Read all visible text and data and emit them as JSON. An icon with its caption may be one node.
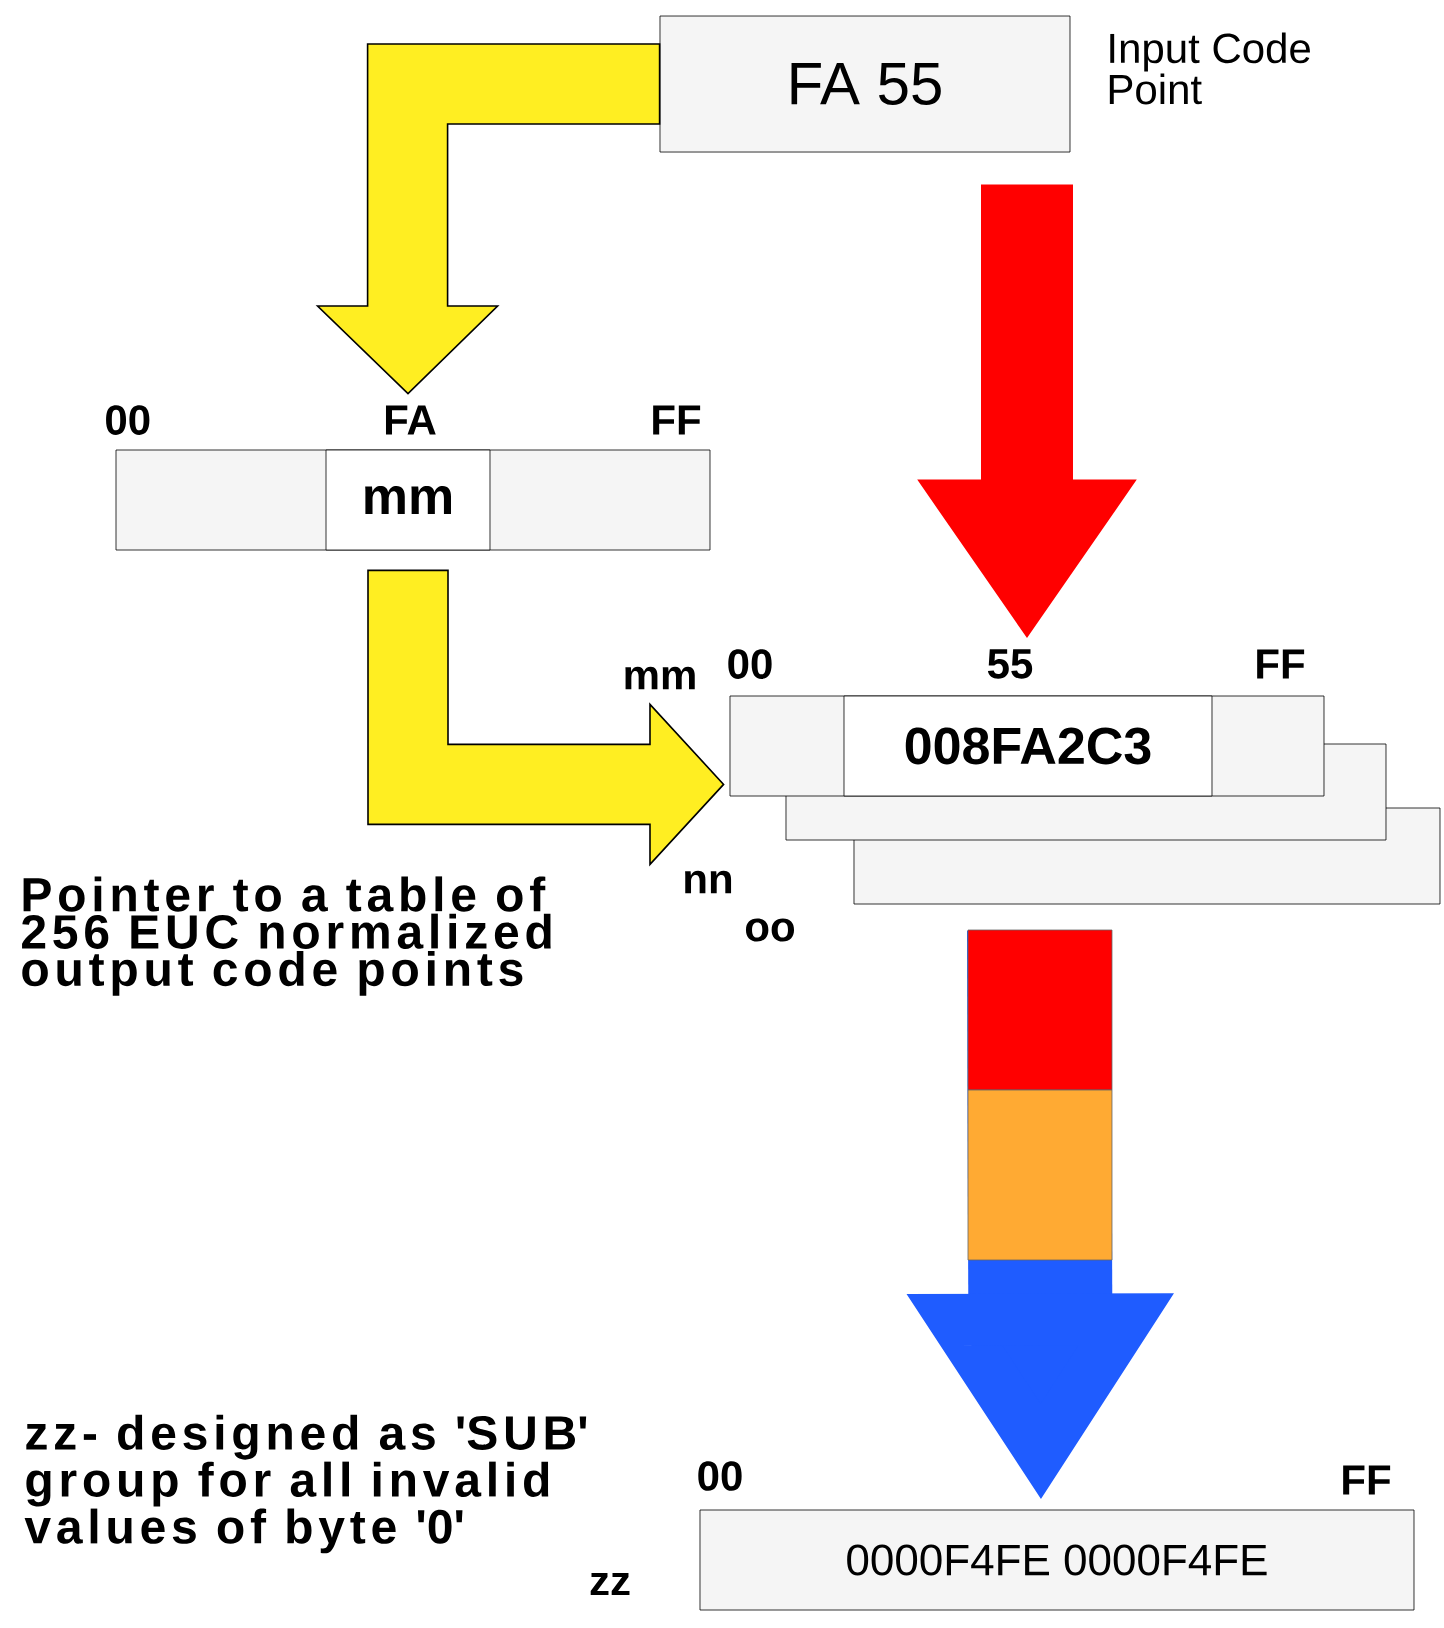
{
  "diagram": {
    "nodes": [
      {
        "text": [
          "FA 55"
        ],
        "beside": [
          "Input Code Point"
        ]
      },
      {
        "text": [],
        "shape": "box"
      },
      {
        "text": [
          "mm"
        ],
        "in": 1
      },
      {
        "text": [],
        "shape": "box"
      },
      {
        "text": [
          "008FA2C3"
        ],
        "in": 3
      },
      {
        "text": [],
        "shape": "box"
      },
      {
        "text": [],
        "shape": "box"
      },
      {
        "text": [
          "0000F4FE 0000F4FE"
        ]
      }
    ],
    "edges": [
      {
        "from": 0,
        "to": 2,
        "arrow": "to"
      },
      {
        "from": 0,
        "to": 3,
        "arrow": "to",
        "color": "#ff0000"
      },
      {
        "from": 2,
        "to": 3,
        "arrow": "to"
      },
      {
        "from": 6,
        "to": 7,
        "arrow": "to",
        "color": "#1f5cff"
      }
    ],
    "labels": [
      "00",
      "FA",
      "FF",
      "00",
      "55",
      "FF",
      "mm",
      "nn",
      "Pointer to a table of 256 EUC normalized output code points",
      "oo",
      "zz- designed as 'SUB' group for all invalid values of byte '0'",
      "00",
      "FF",
      "zz"
    ]
  }
}
